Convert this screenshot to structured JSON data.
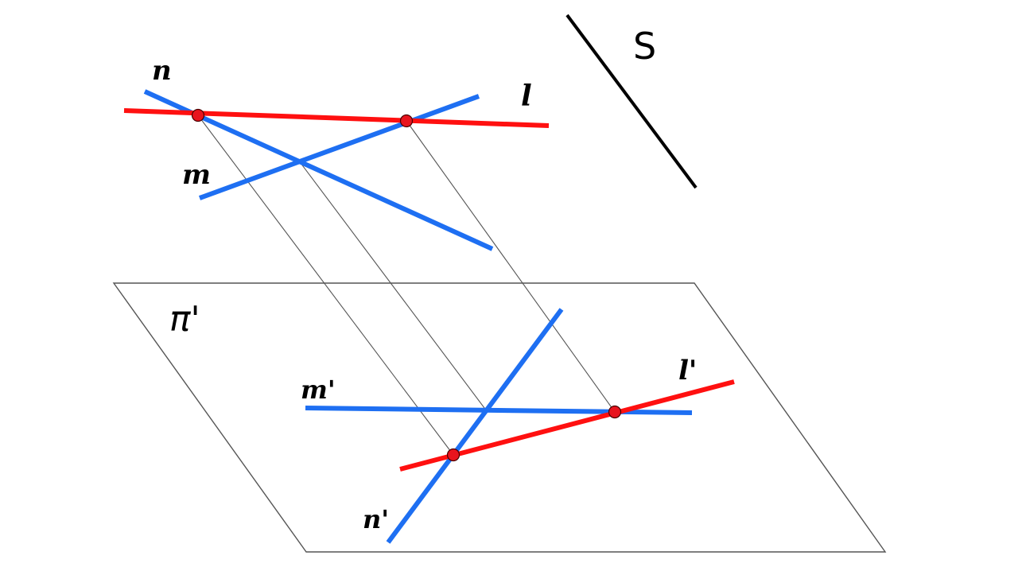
{
  "diagram": {
    "labels": {
      "n": "n",
      "m": "m",
      "l": "l",
      "s": "S",
      "pi": "π'",
      "m_prime": "m'",
      "l_prime": "l'",
      "n_prime": "n'"
    },
    "colors": {
      "blue_line": "#1e6ff2",
      "red_line": "#ff1010",
      "projection_line": "#555555",
      "plane_outline": "#555555",
      "direction_line": "#000000",
      "point_fill": "#e8141e",
      "point_stroke": "#4a0000"
    }
  }
}
